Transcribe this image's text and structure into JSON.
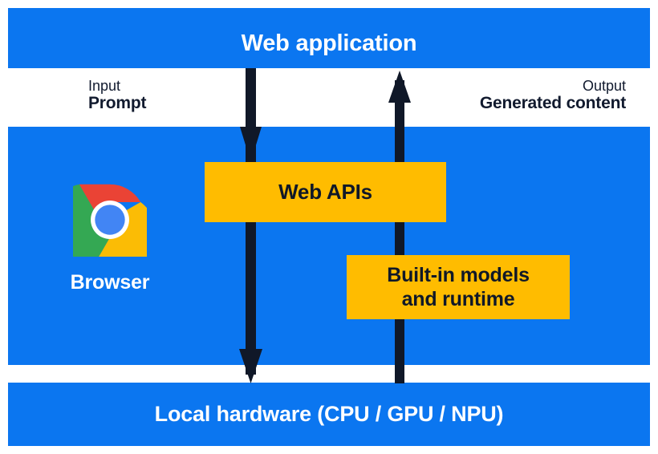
{
  "diagram": {
    "title_top": "Web application",
    "title_bottom": "Local hardware (CPU / GPU / NPU)",
    "colors": {
      "band_blue": "#0b76f0",
      "box_yellow": "#ffbc00",
      "arrow_navy": "#101828",
      "band_text": "#ffffff",
      "label_text": "#111a2e"
    }
  },
  "top_band": {
    "label": "Web application"
  },
  "flow_labels": {
    "input": {
      "caption": "Input",
      "value": "Prompt"
    },
    "output": {
      "caption": "Output",
      "value": "Generated content"
    }
  },
  "middle_band": {
    "browser": {
      "label": "Browser",
      "icon": "chrome-logo-icon"
    },
    "boxes": [
      {
        "label": "Web APIs"
      },
      {
        "label": "Built-in models\nand runtime",
        "line1": "Built-in models",
        "line2": "and runtime"
      }
    ]
  },
  "bottom_band": {
    "label": "Local hardware (CPU / GPU / NPU)"
  },
  "arrows": [
    {
      "name": "downward-flow-arrow",
      "direction": "down",
      "from": "Web application",
      "to": "Local hardware (CPU / GPU / NPU)"
    },
    {
      "name": "upward-flow-arrow",
      "direction": "up",
      "from": "Local hardware (CPU / GPU / NPU)",
      "to": "Web application"
    }
  ]
}
